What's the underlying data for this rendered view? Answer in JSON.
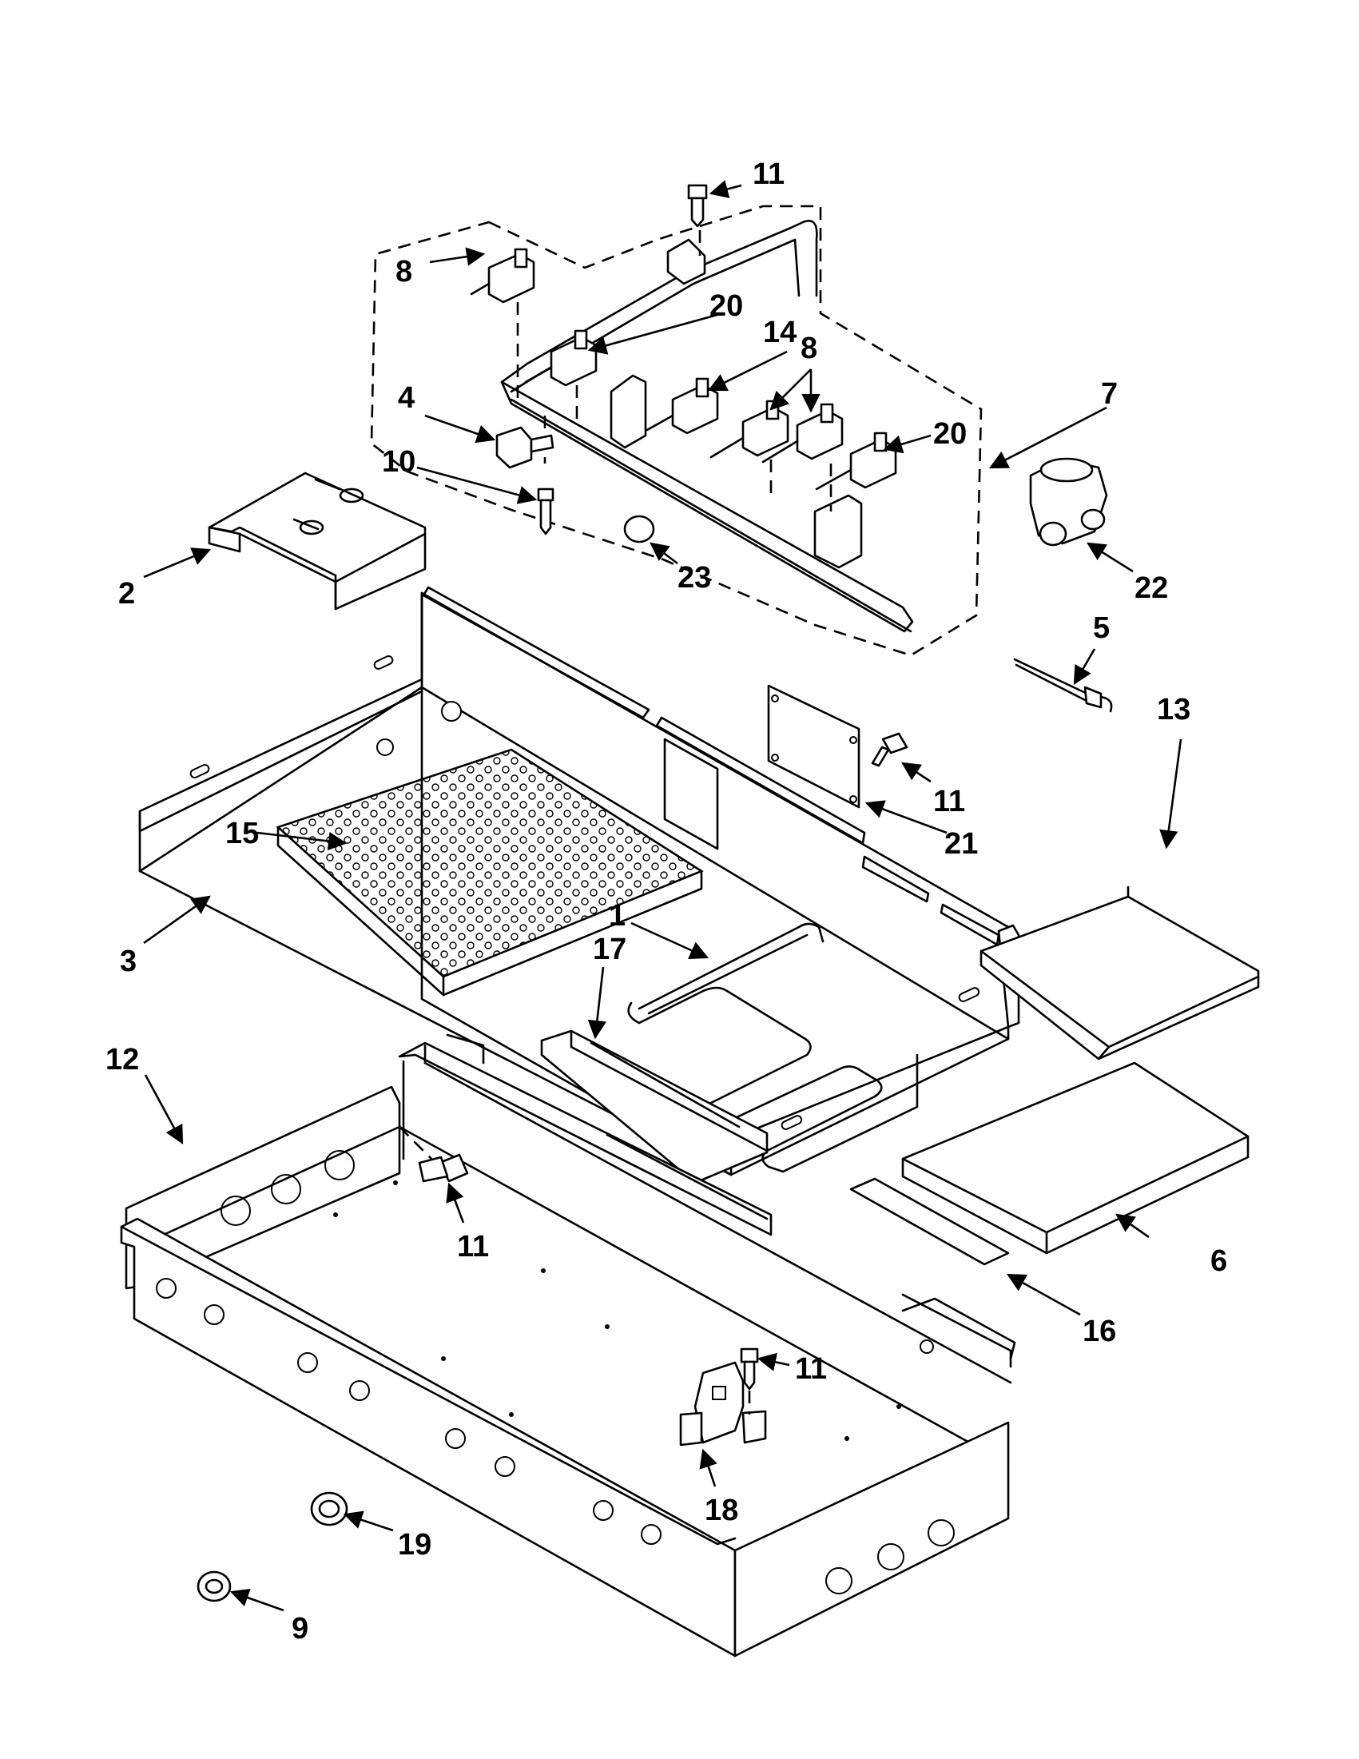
{
  "callouts": {
    "c1": "1",
    "c2": "2",
    "c3": "3",
    "c4": "4",
    "c5": "5",
    "c6": "6",
    "c7": "7",
    "c8a": "8",
    "c8b": "8",
    "c9": "9",
    "c10": "10",
    "c11a": "11",
    "c11b": "11",
    "c11c": "11",
    "c11d": "11",
    "c12": "12",
    "c13": "13",
    "c14": "14",
    "c15": "15",
    "c16": "16",
    "c17": "17",
    "c18": "18",
    "c19": "19",
    "c20a": "20",
    "c20b": "20",
    "c21": "21",
    "c22": "22",
    "c23": "23"
  },
  "colors": {
    "ink": "#000000",
    "paper": "#ffffff"
  }
}
